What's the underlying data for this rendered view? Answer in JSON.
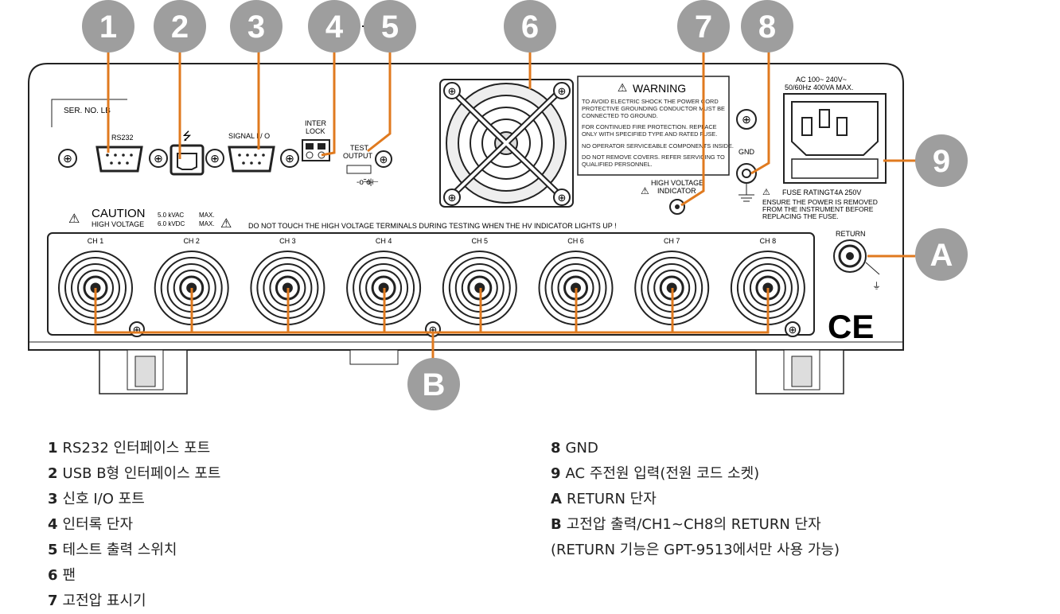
{
  "panel": {
    "ser_no": "SER. NO. LB",
    "rs232": "RS232",
    "signal_io": "SIGNAL I / O",
    "inter": "INTER",
    "lock": "LOCK",
    "test": "TEST",
    "output": "OUTPUT",
    "warning_title": "WARNING",
    "warning_lines": [
      "TO AVOID ELECTRIC SHOCK THE POWER CORD",
      "PROTECTIVE GROUNDING CONDUCTOR MUST BE",
      "CONNECTED TO GROUND.",
      "FOR CONTINUED FIRE PROTECTION. REPLACE",
      "ONLY WITH SPECIFIED TYPE AND RATED FUSE.",
      "NO OPERATOR SERVICEABLE COMPONENTS INSIDE.",
      "DO NOT REMOVE COVERS. REFER SERVICING TO",
      "QUALIFIED PERSONNEL."
    ],
    "gnd": "GND",
    "ac_rating_1": "AC  100~ 240V~",
    "ac_rating_2": "50/60Hz  400VA  MAX.",
    "hv_indicator_1": "HIGH  VOLTAGE",
    "hv_indicator_2": "INDICATOR",
    "fuse_rating": "FUSE  RATINGT4A  250V",
    "fuse_note_1": "ENSURE THE POWER IS REMOVED",
    "fuse_note_2": "FROM THE INSTRUMENT BEFORE",
    "fuse_note_3": "REPLACING THE FUSE.",
    "caution": "CAUTION",
    "high_voltage": "HIGH  VOLTAGE",
    "kvac": "5.0 kVAC",
    "kvdc": "6.0 kVDC",
    "max1": "MAX.",
    "max2": "MAX.",
    "hv_warning": "DO  NOT  TOUCH  THE  HIGH  VOLTAGE  TERMINALS  DURING  TESTING  WHEN  THE  HV  INDICATOR  LIGHTS  UP !",
    "return": "RETURN",
    "ce": "CE",
    "channels": [
      "CH 1",
      "CH 2",
      "CH 3",
      "CH 4",
      "CH 5",
      "CH 6",
      "CH 7",
      "CH 8"
    ]
  },
  "callouts": [
    "1",
    "2",
    "3",
    "4",
    "5",
    "6",
    "7",
    "8",
    "9",
    "A",
    "B"
  ],
  "legend": {
    "left": [
      {
        "key": "1",
        "text": "RS232 인터페이스 포트"
      },
      {
        "key": "2",
        "text": "USB B형 인터페이스 포트"
      },
      {
        "key": "3",
        "text": "신호 I/O 포트"
      },
      {
        "key": "4",
        "text": "인터록 단자"
      },
      {
        "key": "5",
        "text": "테스트 출력 스위치"
      },
      {
        "key": "6",
        "text": "팬"
      },
      {
        "key": "7",
        "text": "고전압 표시기"
      }
    ],
    "right": [
      {
        "key": "8",
        "text": "GND"
      },
      {
        "key": "9",
        "text": "AC 주전원 입력(전원 코드 소켓)"
      },
      {
        "key": "A",
        "text": "RETURN 단자"
      },
      {
        "key": "B",
        "text": "고전압 출력/CH1~CH8의 RETURN 단자"
      },
      {
        "key": "",
        "text": "(RETURN 기능은 GPT-9513에서만 사용 가능)"
      }
    ]
  },
  "colors": {
    "callout_fill": "#9e9e9e",
    "leader": "#e07a1f",
    "line": "#222222"
  }
}
